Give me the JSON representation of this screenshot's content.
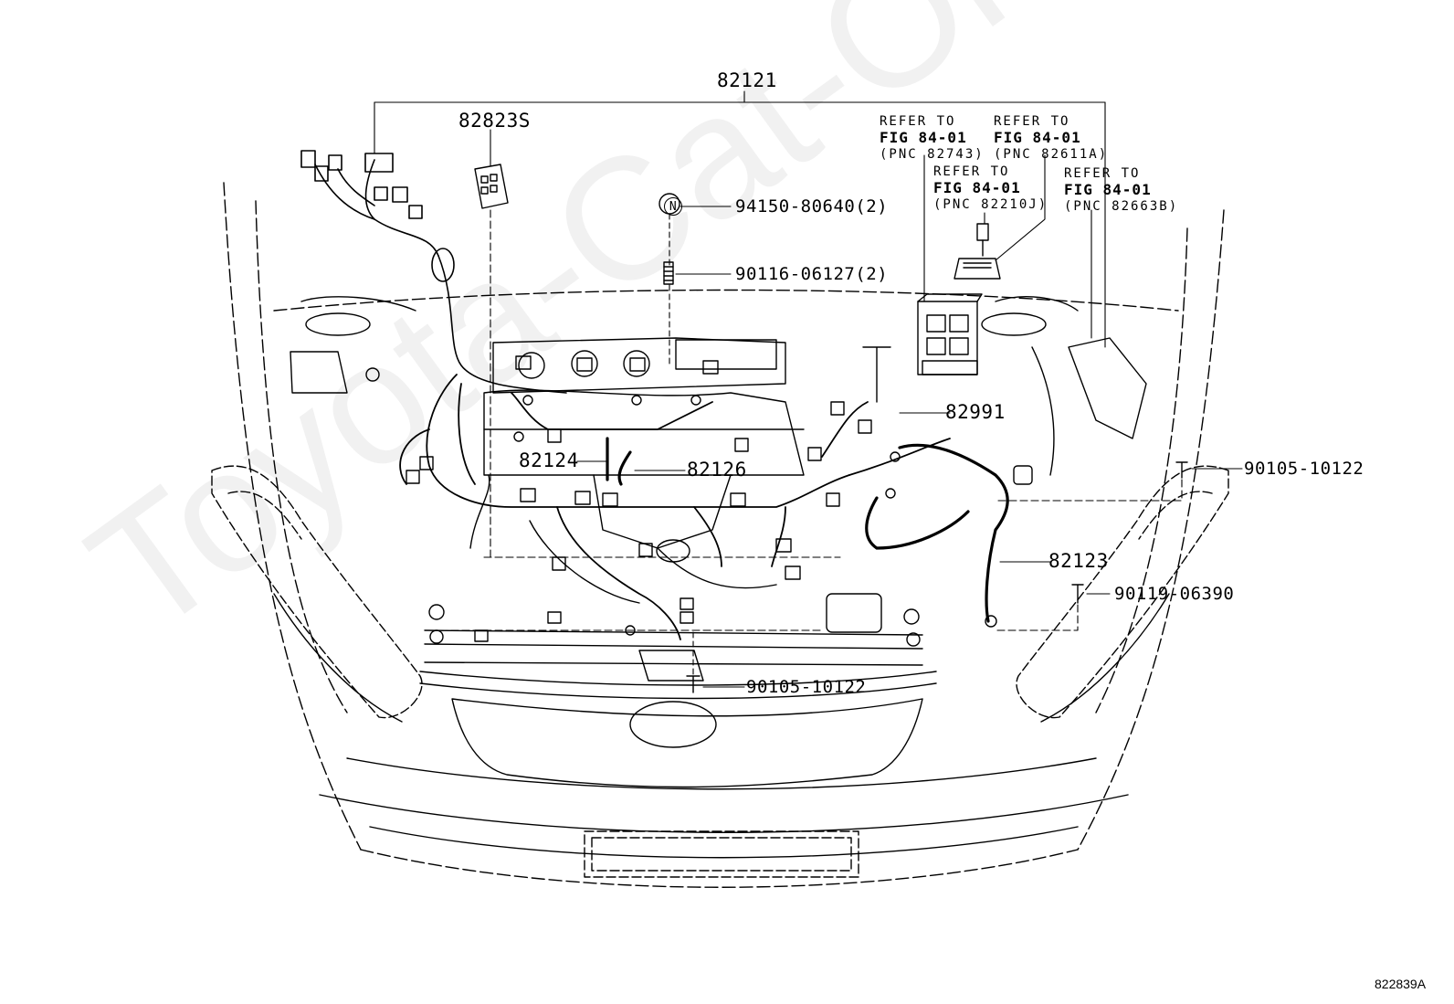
{
  "watermark": "Toyota-Cat-Online.ru",
  "illustration_id": "822839A",
  "callouts": {
    "main_harness": "82121",
    "sub_harness": "82823S",
    "nut": "94150-80640(2)",
    "nut_symbol": "N",
    "stud": "90116-06127(2)",
    "bolt_right": "90105-10122",
    "bolt_bottom": "90105-10122",
    "bolt_small": "90119-06390",
    "wire_82124": "82124",
    "wire_82126": "82126",
    "wire_82991": "82991",
    "wire_82123": "82123"
  },
  "references": [
    {
      "line1": "REFER TO",
      "line2": "FIG 84-01",
      "line3": "(PNC 82743)"
    },
    {
      "line1": "REFER TO",
      "line2": "FIG 84-01",
      "line3": "(PNC 82611A)"
    },
    {
      "line1": "REFER TO",
      "line2": "FIG 84-01",
      "line3": "(PNC 82210J)"
    },
    {
      "line1": "REFER TO",
      "line2": "FIG 84-01",
      "line3": "(PNC 82663B)"
    }
  ]
}
